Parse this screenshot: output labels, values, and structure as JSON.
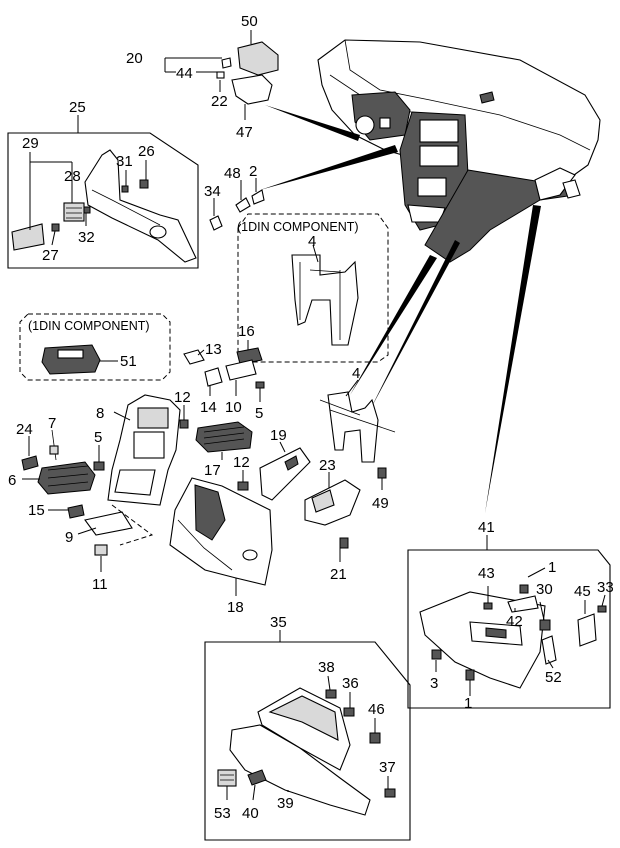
{
  "diagram": {
    "box_labels": {
      "din_top": "(1DIN COMPONENT)",
      "din_left": "(1DIN COMPONENT)"
    },
    "callouts": [
      {
        "id": "c50",
        "text": "50"
      },
      {
        "id": "c20",
        "text": "20"
      },
      {
        "id": "c44",
        "text": "44"
      },
      {
        "id": "c22",
        "text": "22"
      },
      {
        "id": "c47",
        "text": "47"
      },
      {
        "id": "c25",
        "text": "25"
      },
      {
        "id": "c29",
        "text": "29"
      },
      {
        "id": "c31",
        "text": "31"
      },
      {
        "id": "c26",
        "text": "26"
      },
      {
        "id": "c28",
        "text": "28"
      },
      {
        "id": "c32",
        "text": "32"
      },
      {
        "id": "c27",
        "text": "27"
      },
      {
        "id": "c34",
        "text": "34"
      },
      {
        "id": "c48",
        "text": "48"
      },
      {
        "id": "c2",
        "text": "2"
      },
      {
        "id": "c4a",
        "text": "4"
      },
      {
        "id": "c4b",
        "text": "4"
      },
      {
        "id": "c51",
        "text": "51"
      },
      {
        "id": "c16",
        "text": "16"
      },
      {
        "id": "c13",
        "text": "13"
      },
      {
        "id": "c12a",
        "text": "12"
      },
      {
        "id": "c14",
        "text": "14"
      },
      {
        "id": "c10",
        "text": "10"
      },
      {
        "id": "c5a",
        "text": "5"
      },
      {
        "id": "c8",
        "text": "8"
      },
      {
        "id": "c24",
        "text": "24"
      },
      {
        "id": "c7",
        "text": "7"
      },
      {
        "id": "c5b",
        "text": "5"
      },
      {
        "id": "c6",
        "text": "6"
      },
      {
        "id": "c19",
        "text": "19"
      },
      {
        "id": "c17",
        "text": "17"
      },
      {
        "id": "c12b",
        "text": "12"
      },
      {
        "id": "c23",
        "text": "23"
      },
      {
        "id": "c49",
        "text": "49"
      },
      {
        "id": "c15",
        "text": "15"
      },
      {
        "id": "c9",
        "text": "9"
      },
      {
        "id": "c11",
        "text": "11"
      },
      {
        "id": "c21",
        "text": "21"
      },
      {
        "id": "c18",
        "text": "18"
      },
      {
        "id": "c41",
        "text": "41"
      },
      {
        "id": "c43",
        "text": "43"
      },
      {
        "id": "c1a",
        "text": "1"
      },
      {
        "id": "c30",
        "text": "30"
      },
      {
        "id": "c45",
        "text": "45"
      },
      {
        "id": "c33",
        "text": "33"
      },
      {
        "id": "c42",
        "text": "42"
      },
      {
        "id": "c52",
        "text": "52"
      },
      {
        "id": "c3",
        "text": "3"
      },
      {
        "id": "c1b",
        "text": "1"
      },
      {
        "id": "c35",
        "text": "35"
      },
      {
        "id": "c38",
        "text": "38"
      },
      {
        "id": "c36",
        "text": "36"
      },
      {
        "id": "c46",
        "text": "46"
      },
      {
        "id": "c37",
        "text": "37"
      },
      {
        "id": "c53",
        "text": "53"
      },
      {
        "id": "c40",
        "text": "40"
      },
      {
        "id": "c39",
        "text": "39"
      }
    ]
  }
}
